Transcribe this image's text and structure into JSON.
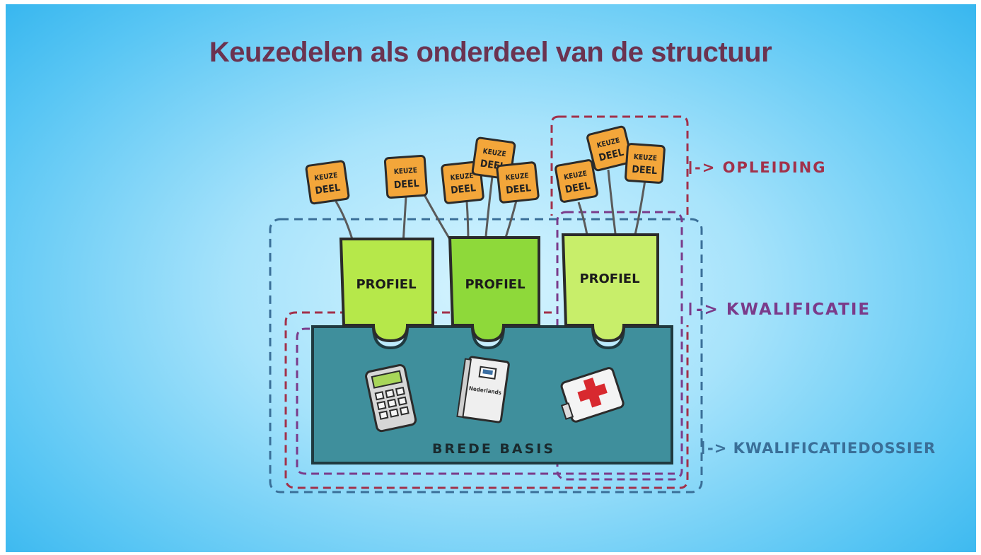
{
  "title": "Keuzedelen als onderdeel van de structuur",
  "keuzedeel": {
    "line1": "KEUZE",
    "line2": "DEEL"
  },
  "profiel": "PROFIEL",
  "basis": "BREDE BASIS",
  "book_label": "Nederlands",
  "labels": {
    "opleiding": "-> OPLEIDING",
    "kwalificatie": "-> KWALIFICATIE",
    "kwalificatiedossier": "-> KWALIFICATIEDOSSIER"
  },
  "colors": {
    "title": "#6b3350",
    "keuzedeel": "#f3a63a",
    "profiel": "#b6e84a",
    "basis": "#3f8f9c",
    "opleiding": "#a2314a",
    "kwalificatie": "#7a3b8a",
    "dossier": "#3a6f98"
  }
}
